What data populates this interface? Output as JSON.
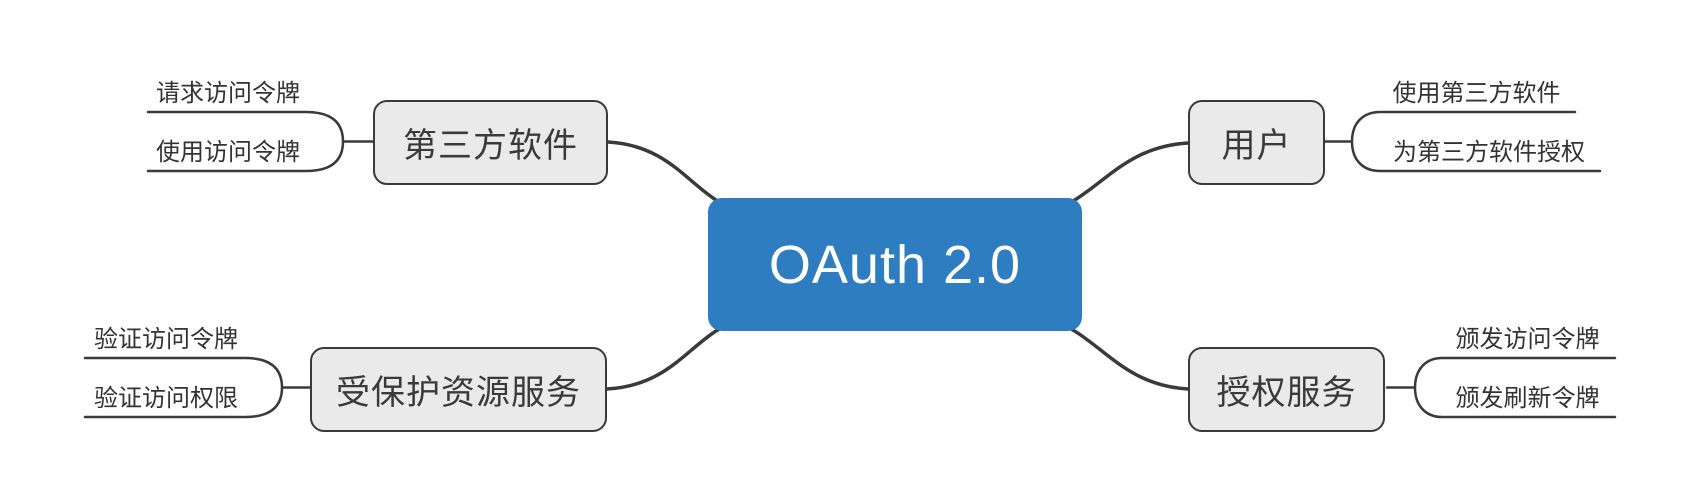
{
  "diagram": {
    "type": "mindmap",
    "root": {
      "label": "OAuth 2.0"
    },
    "branches": [
      {
        "side": "left",
        "position": "top",
        "label": "第三方软件",
        "children": [
          "请求访问令牌",
          "使用访问令牌"
        ]
      },
      {
        "side": "left",
        "position": "bottom",
        "label": "受保护资源服务",
        "children": [
          "验证访问令牌",
          "验证访问权限"
        ]
      },
      {
        "side": "right",
        "position": "top",
        "label": "用户",
        "children": [
          "使用第三方软件",
          "为第三方软件授权"
        ]
      },
      {
        "side": "right",
        "position": "bottom",
        "label": "授权服务",
        "children": [
          "颁发访问令牌",
          "颁发刷新令牌"
        ]
      }
    ],
    "colors": {
      "background": "#ffffff",
      "root_fill": "#2d7dc0",
      "root_text": "#ffffff",
      "branch_fill": "#eaeaea",
      "branch_border": "#3a3a3a",
      "connector": "#3a3a3a",
      "text": "#333333"
    }
  }
}
